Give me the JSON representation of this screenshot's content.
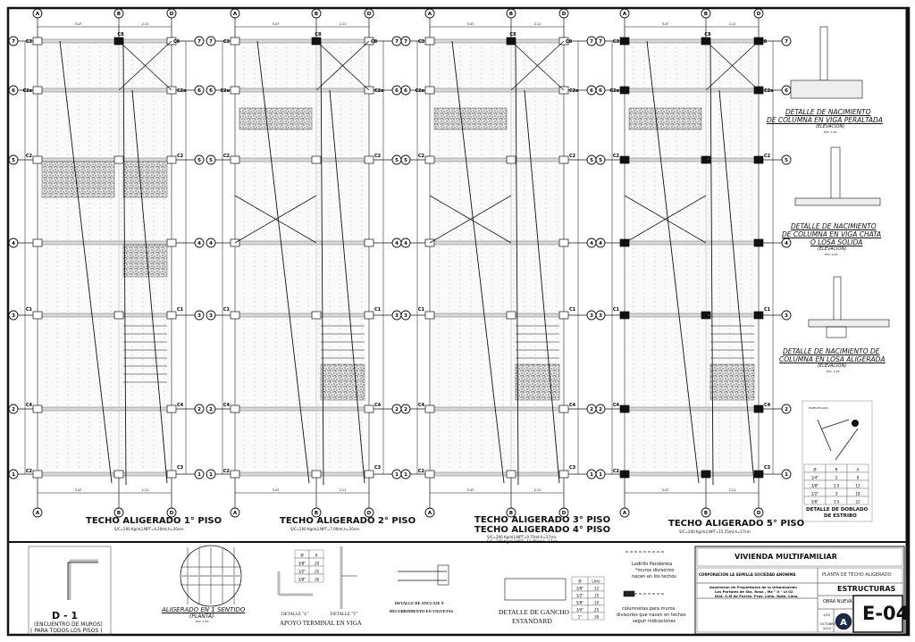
{
  "axes": {
    "columns": [
      "A",
      "B",
      "D"
    ],
    "rows": [
      "7",
      "6",
      "5",
      "4",
      "3",
      "2",
      "1"
    ],
    "top_dims": [
      "3.47",
      "2.11"
    ]
  },
  "plans": [
    {
      "title": "TECHO ALIGERADO 1° PISO",
      "subtitles": [
        "S/C=200 Kg/m2,NPT=4.20mt,h=20cm."
      ]
    },
    {
      "title": "TECHO ALIGERADO 2° PISO",
      "subtitles": [
        "S/C=200 Kg/m2,NPT=7.00mt,h=20cm."
      ]
    },
    {
      "title": "TECHO ALIGERADO 3° PISO",
      "title2": "TECHO ALIGERADO 4° PISO",
      "subtitles": [
        "S/C=200 Kg/m2,NPT=9.75mt,h=17cm.",
        "S/C=200 Kg/m2,NPT=12.45mt,h=17cm."
      ]
    },
    {
      "title": "TECHO ALIGERADO 5° PISO",
      "subtitles": [
        "S/C=200 Kg/m2,NPT=15.15mt,h=17cm."
      ]
    }
  ],
  "column_labels": {
    "r7": [
      "C3",
      "C8",
      "C8"
    ],
    "r6": [
      "C2a",
      "C2a"
    ],
    "r5": [
      "C2",
      "C2"
    ],
    "r3": [
      "C1",
      "C1"
    ],
    "r2": [
      "C4",
      "C4"
    ],
    "r1": [
      "C2",
      "C3"
    ]
  },
  "details": {
    "d1": {
      "title": "D - 1",
      "line1": "(ENCUENTRO DE MUROS)",
      "line2": "( PARA TODOS LOS PISOS )"
    },
    "aligerado": {
      "title": "ALIGERADO EN 1 SENTIDO",
      "sub": "(PLANTA)",
      "scale": "ESC. 1/25"
    },
    "apoyo": {
      "title": "APOYO TERMINAL EN VIGA",
      "l": "DETALLE \"L\"",
      "t": "DETALLE \"T\"",
      "table": {
        "headers": [
          "Ø",
          "X"
        ],
        "rows": [
          [
            "3/8\"",
            ".20"
          ],
          [
            "1/2\"",
            ".25"
          ],
          [
            "5/8\"",
            ".30"
          ]
        ]
      }
    },
    "anclaje": {
      "line1": "DETALLE DE ANCLAJE Y",
      "line2": "RECUBRIMIENTO EN VIGUETAS"
    },
    "gancho": {
      "line1": "DETALLE DE GANCHO",
      "line2": "ESTANDARD",
      "table": {
        "headers": [
          "Ø",
          "L(m)"
        ],
        "rows": [
          [
            "3/8\"",
            ".12"
          ],
          [
            "1/2\"",
            ".15"
          ],
          [
            "5/8\"",
            ".20"
          ],
          [
            "3/4\"",
            ".25"
          ],
          [
            "1\"",
            ".30"
          ]
        ]
      }
    },
    "legend": {
      "l1": "Ladrillo Pandereta",
      "l2": "*muros divisorios",
      "l3": "nacen en los techos",
      "c1": "columnetas para muros",
      "c2": "divisorios que nacen en techos",
      "c3": "seguir indicaciones"
    },
    "nac1": {
      "l1": "DETALLE DE NACIMIENTO",
      "l2": "DE COLUMNA EN VIGA PERALTADA",
      "l3": "(ELEVACION)",
      "scale": "ESC. 1/25"
    },
    "nac2": {
      "l1": "DETALLE DE NACIMIENTO",
      "l2": "DE COLUMNA EN VIGA CHATA",
      "l3": "Ó LOSA SOLIDA",
      "l4": "(ELEVACION)",
      "scale": "ESC. 1/25"
    },
    "nac3": {
      "l1": "DETALLE DE NACIMIENTO DE",
      "l2": "COLUMNA EN LOSA ALIGERADA",
      "l3": "(ELEVACION)",
      "scale": "ESC. 1/25"
    },
    "estribo": {
      "title1": "DETALLE DE DOBLADO",
      "title2": "DE ESTRIBO",
      "label": "ESPECIFICADO",
      "table": {
        "headers": [
          "Ø",
          "R",
          "A"
        ],
        "rows": [
          [
            "1/4\"",
            "2",
            "8"
          ],
          [
            "3/8\"",
            "2.5",
            "13"
          ],
          [
            "1/2\"",
            "3",
            "18"
          ],
          [
            "5/8\"",
            "3.5",
            "22"
          ]
        ]
      }
    }
  },
  "title_block": {
    "project": "VIVIENDA MULTIFAMILIAR",
    "owner": "CORPORACIÓN LA SEMILLA SOCIEDAD ANONIMA",
    "location": [
      "Asociacion de Propietarios de la Urbanización",
      "Los Portales de Sta. Rosa , Mz \" II \" Lt 02",
      "Dist. S.M de Porres. Prov. Lima. Dpto. Lima."
    ],
    "plan": "PLANTA DE TECHO ALIGERADO",
    "specialty": "ESTRUCTURAS",
    "type": "OBRA NUEVA",
    "scale": "1/50",
    "date": [
      "OCTUBRE",
      "2024"
    ],
    "sheet": "E-04"
  }
}
